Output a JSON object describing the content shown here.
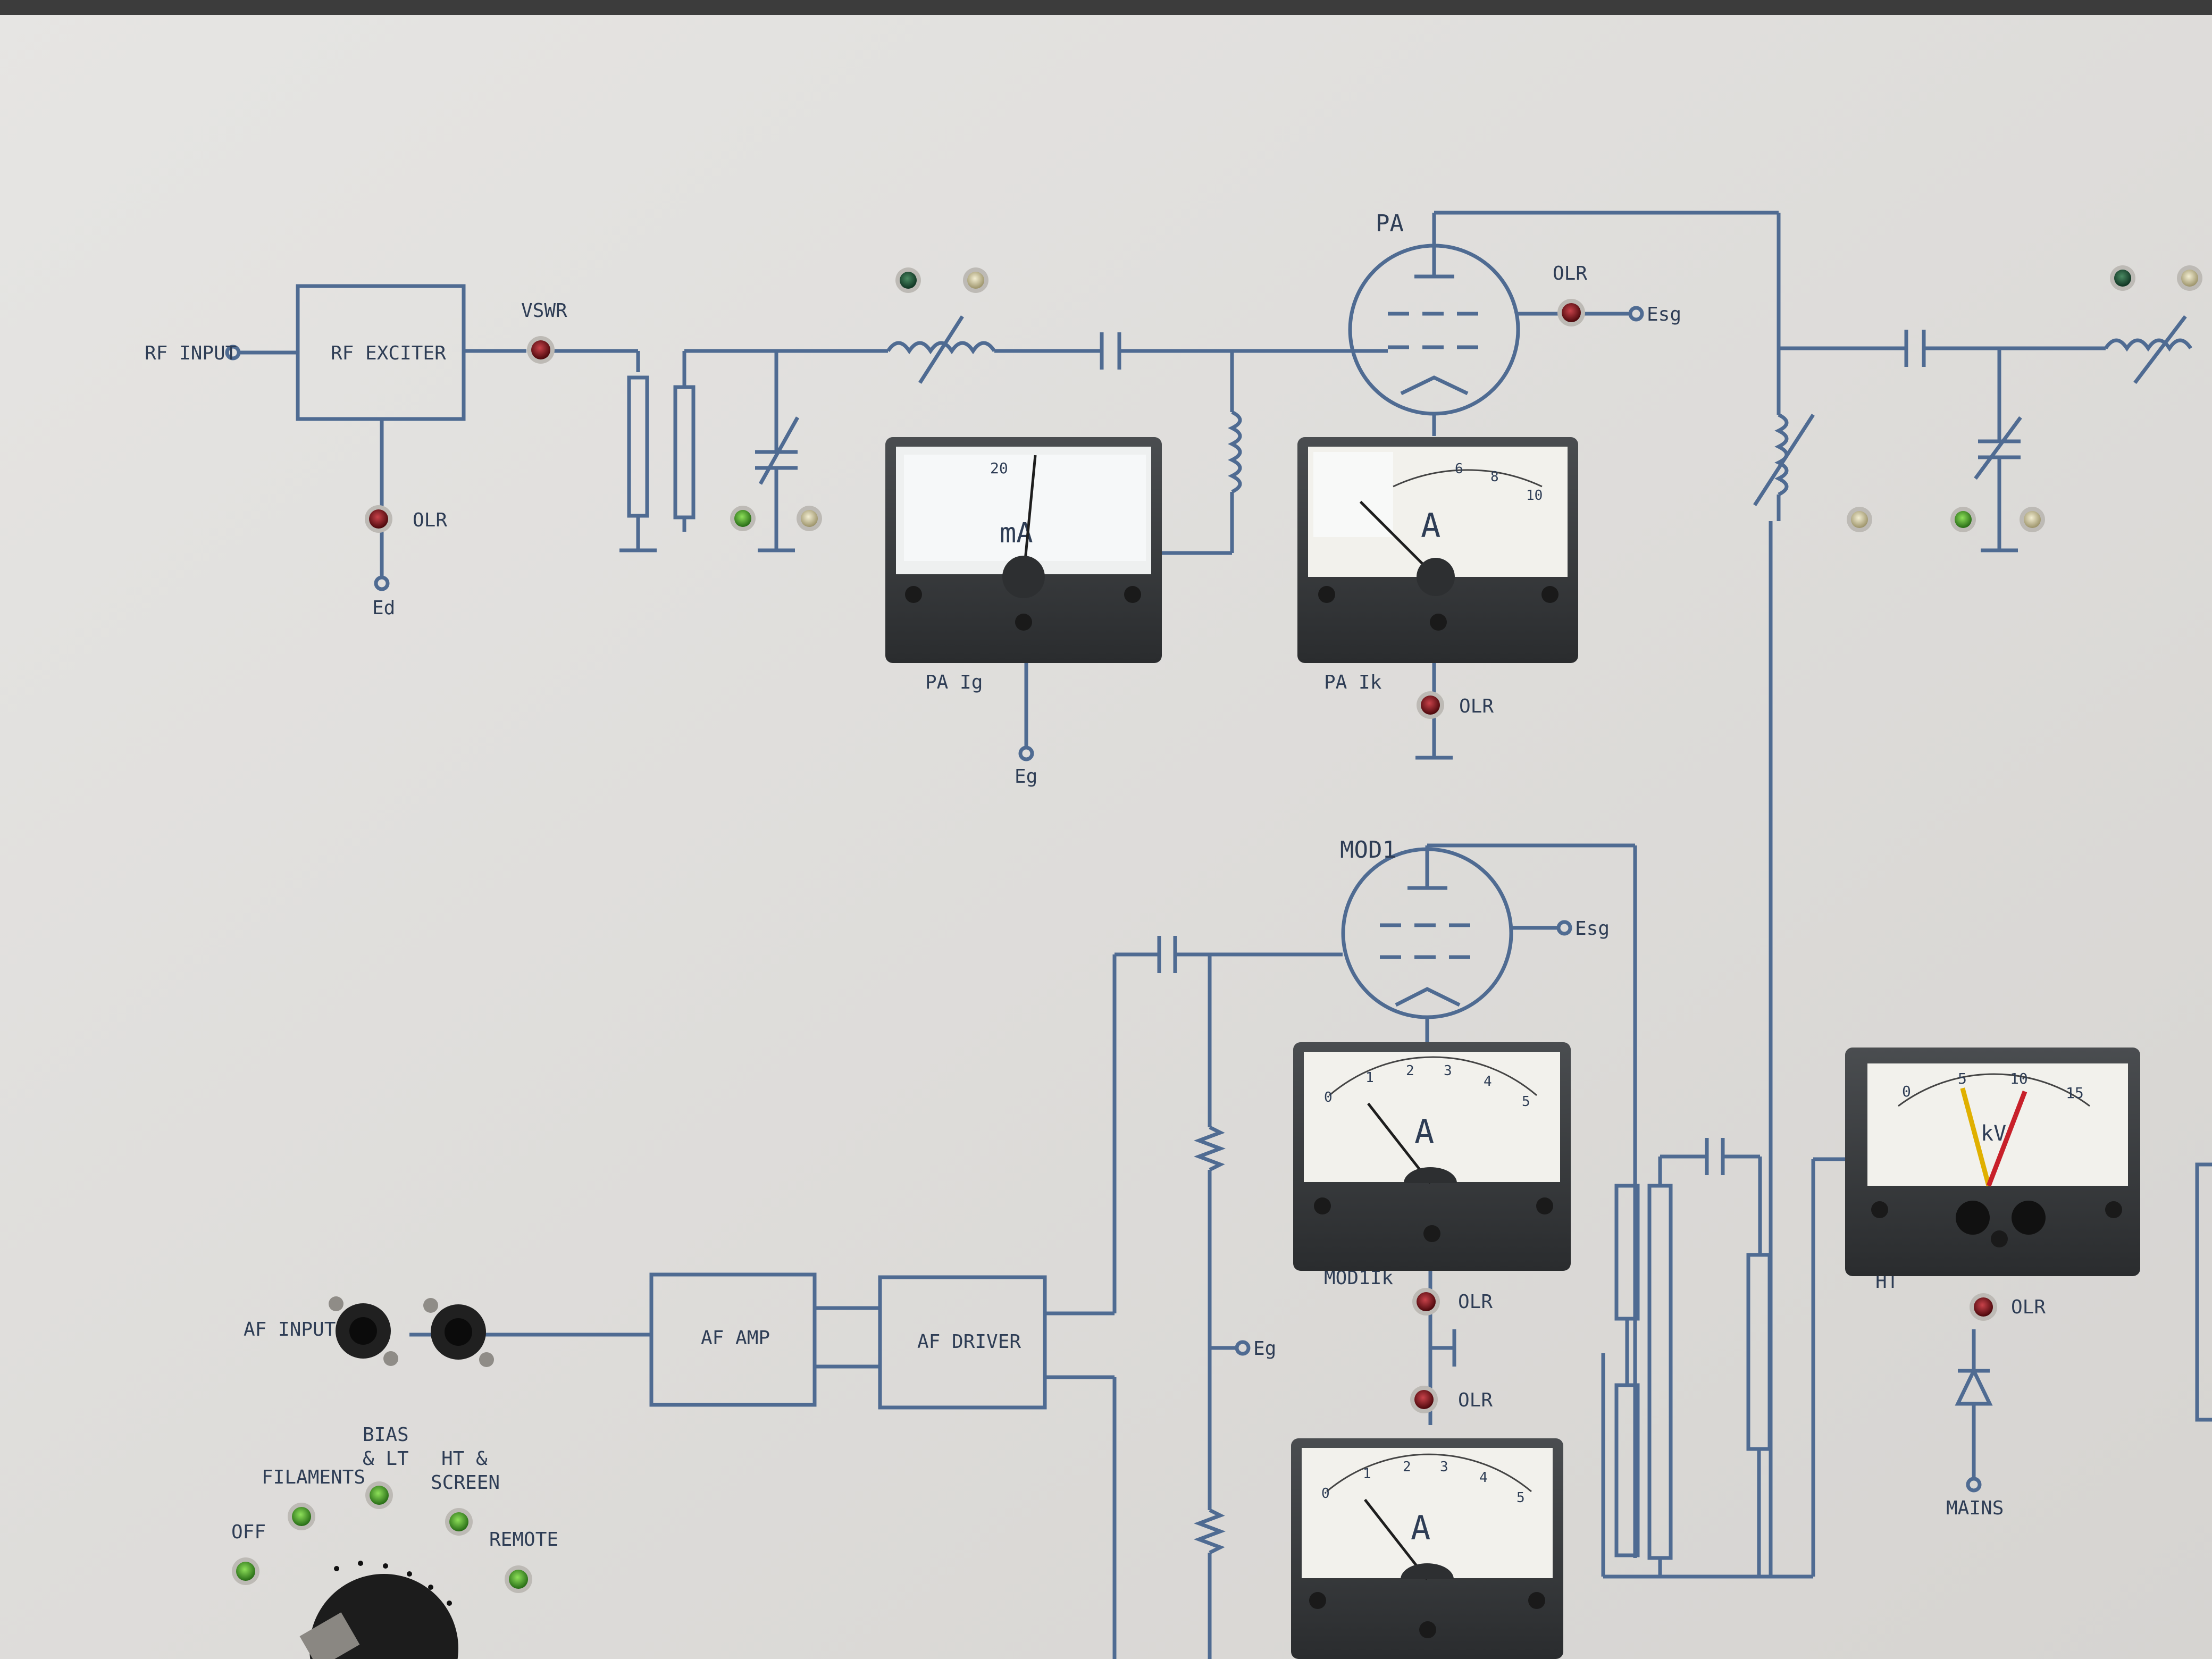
{
  "colors": {
    "panel": "#e4e3e1",
    "panel_shadow": "#cfcdca",
    "line": "#4f6b92",
    "text": "#2e3d55",
    "meter_bezel": "#3a3c3e",
    "meter_face": "#f2f1ec",
    "needle": "#1e1e1e",
    "lamp_red": "#7a0f14",
    "lamp_green": "#3d9a2b",
    "lamp_dark_green": "#1f5c3a",
    "lamp_amber": "#cfc59a",
    "needle_yellow": "#e0b000",
    "needle_red": "#c8202a"
  },
  "labels": {
    "rf_input": "RF INPUT",
    "rf_exciter": "RF EXCITER",
    "vswr": "VSWR",
    "olr": "OLR",
    "ed": "Ed",
    "pa": "PA",
    "esg": "Esg",
    "pa_ig": "PA Ig",
    "pa_ik": "PA Ik",
    "eg": "Eg",
    "mod1": "MOD1",
    "mod1_ik": "MOD1Ik",
    "af_input": "AF INPUT",
    "af_amp": "AF AMP",
    "af_driver": "AF DRIVER",
    "ht": "HT",
    "mains": "MAINS",
    "filaments": "FILAMENTS",
    "bias_lt_1": "BIAS",
    "bias_lt_2": "& LT",
    "ht_screen_1": "HT &",
    "ht_screen_2": "SCREEN",
    "off": "OFF",
    "remote": "REMOTE"
  },
  "meters": {
    "pa_ig": {
      "unit": "mA",
      "tick_label": "20",
      "reading_fraction": 0.55
    },
    "pa_ik": {
      "unit": "A",
      "scale": [
        "6",
        "8",
        "10"
      ],
      "reading_fraction": 0.05
    },
    "mod1_top": {
      "unit": "A",
      "scale": [
        "0",
        "1",
        "2",
        "3",
        "4",
        "5"
      ],
      "reading_fraction": 0.12
    },
    "mod1_bottom": {
      "unit": "A",
      "scale": [
        "0",
        "1",
        "2",
        "3",
        "4",
        "5"
      ],
      "reading_fraction": 0.12
    },
    "ht": {
      "unit": "kV",
      "scale": [
        "0",
        "5",
        "10",
        "15"
      ],
      "yellow_reading": 5.0,
      "red_reading": 11.0
    }
  }
}
